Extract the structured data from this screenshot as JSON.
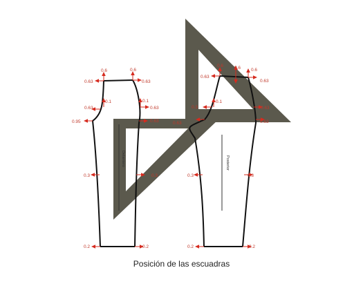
{
  "caption": "Posición de las escuadras",
  "pieces": {
    "front_label": "Delantero",
    "back_label": "Posterior"
  },
  "colors": {
    "square": "#5b594d",
    "pattern_line": "#111111",
    "grain_line": "#333333",
    "marker": "#d62b1f",
    "label": "#c0392b"
  },
  "front_piece": {
    "labels": {
      "top_left": "0.6",
      "top_right": "0.6",
      "shoulder_left": "0.63",
      "shoulder_right": "0.63",
      "mid_left": "0.63",
      "mid_inner_left": "0.1",
      "mid_inner_right": "0.1",
      "mid_right": "0.63",
      "hip_left": "0.95",
      "hip_right": "0.63",
      "knee_left": "0.3",
      "knee_right": "0.3",
      "hem_left": "0.2",
      "hem_right": "0.2"
    }
  },
  "back_piece": {
    "labels": {
      "top_left": "0.6",
      "top_right": "0.6",
      "top_mid": "0.6",
      "shoulder_left": "0.63",
      "shoulder_right": "0.63",
      "mid_left": "0.3",
      "mid_inner": "0.1",
      "mid_right": "0.63",
      "hip_left": "0.63",
      "hip_right": "0.63",
      "knee_left": "0.3",
      "knee_right": "0.3",
      "hem_left": "0.2",
      "hem_right": "0.2"
    }
  }
}
